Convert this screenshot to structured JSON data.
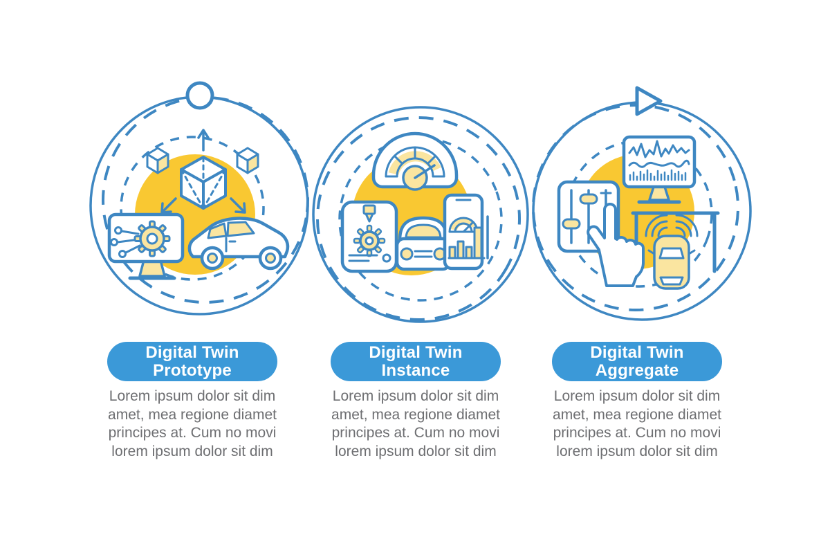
{
  "page": {
    "background": "#ffffff",
    "kind": "digital-twin-infographic"
  },
  "colors": {
    "outline_blue": "#3e87c2",
    "pill_blue": "#3b99d8",
    "accent_yellow": "#f9c832",
    "pale_yellow": "#fae5a0",
    "body_text": "#6d6e71",
    "white": "#ffffff"
  },
  "steps": [
    {
      "id": "prototype",
      "marker_icon": "circle-node-icon",
      "title_line1": "Digital Twin",
      "title_line2": "Prototype",
      "body_lines": [
        "Lorem ipsum dolor sit dim",
        "amet, mea regione diamet",
        "principes at. Cum no movi",
        "lorem ipsum dolor sit dim"
      ],
      "icons": [
        "3d-cube-icon",
        "small-cube-icon",
        "monitor-gear-network-icon",
        "car-side-icon"
      ]
    },
    {
      "id": "instance",
      "marker_icon": "none",
      "title_line1": "Digital Twin",
      "title_line2": "Instance",
      "body_lines": [
        "Lorem ipsum dolor sit dim",
        "amet, mea regione diamet",
        "principes at. Cum no movi",
        "lorem ipsum dolor sit dim"
      ],
      "icons": [
        "gauge-icon",
        "3d-printer-icon",
        "car-front-icon",
        "phone-analytics-icon"
      ]
    },
    {
      "id": "aggregate",
      "marker_icon": "play-node-icon",
      "title_line1": "Digital Twin",
      "title_line2": "Aggregate",
      "body_lines": [
        "Lorem ipsum dolor sit dim",
        "amet, mea regione diamet",
        "principes at. Cum no movi",
        "lorem ipsum dolor sit dim"
      ],
      "icons": [
        "monitor-waveform-icon",
        "sliders-hand-icon",
        "smart-garage-car-icon"
      ]
    }
  ]
}
